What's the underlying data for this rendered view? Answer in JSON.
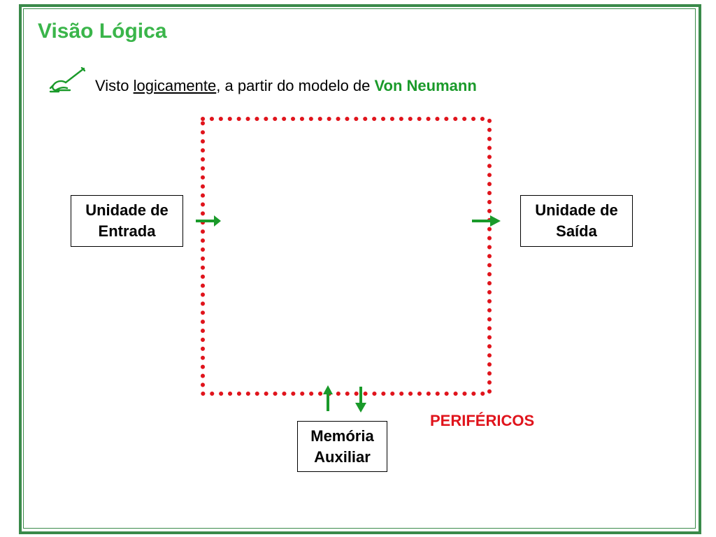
{
  "title": "Visão Lógica",
  "bullet": {
    "icon": "writing-hand-icon",
    "text_before": "Visto ",
    "text_underlined": "logicamente",
    "text_middle": ", a partir do modelo de ",
    "text_highlight": "Von Neumann"
  },
  "diagram": {
    "boxes": {
      "entrada": {
        "line1": "Unidade de",
        "line2": "Entrada"
      },
      "saida": {
        "line1": "Unidade de",
        "line2": "Saída"
      },
      "memoria": {
        "line1": "Memória",
        "line2": "Auxiliar"
      }
    },
    "perifericos_label": "PERIFÉRICOS"
  },
  "colors": {
    "title": "#3ab54a",
    "frame": "#3a8a4a",
    "highlight": "#1a9a2a",
    "arrows": "#1a9a2a",
    "dotted_border": "#e0141c",
    "perifericos": "#e0141c"
  }
}
